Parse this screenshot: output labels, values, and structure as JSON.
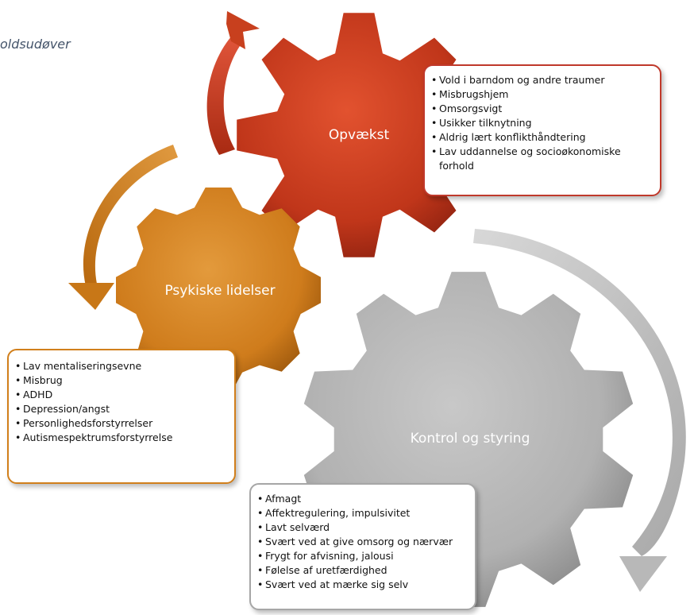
{
  "caption": "oldsudøver",
  "colors": {
    "opvaekst": "#c0392b",
    "psykiske": "#d17f1b",
    "kontrol": "#b3b3b3"
  },
  "gears": {
    "opvaekst": {
      "label": "Opvækst",
      "items": [
        "Vold i barndom og andre traumer",
        "Misbrugshjem",
        "Omsorgsvigt",
        "Usikker tilknytning",
        "Aldrig lært konflikthåndtering",
        "Lav uddannelse og socioøkonomiske forhold"
      ]
    },
    "psykiske": {
      "label": "Psykiske lidelser",
      "items": [
        "Lav mentaliseringsevne",
        "Misbrug",
        "ADHD",
        "Depression/angst",
        "Personlighedsforstyrrelser",
        "Autismespektrumsforstyrrelse"
      ]
    },
    "kontrol": {
      "label": "Kontrol og styring",
      "items": [
        "Afmagt",
        "Affektregulering, impulsivitet",
        "Lavt selværd",
        "Svært ved at give omsorg og nærvær",
        "Frygt for afvisning, jalousi",
        "Følelse af uretfærdighed",
        "Svært ved at mærke sig selv"
      ]
    }
  }
}
